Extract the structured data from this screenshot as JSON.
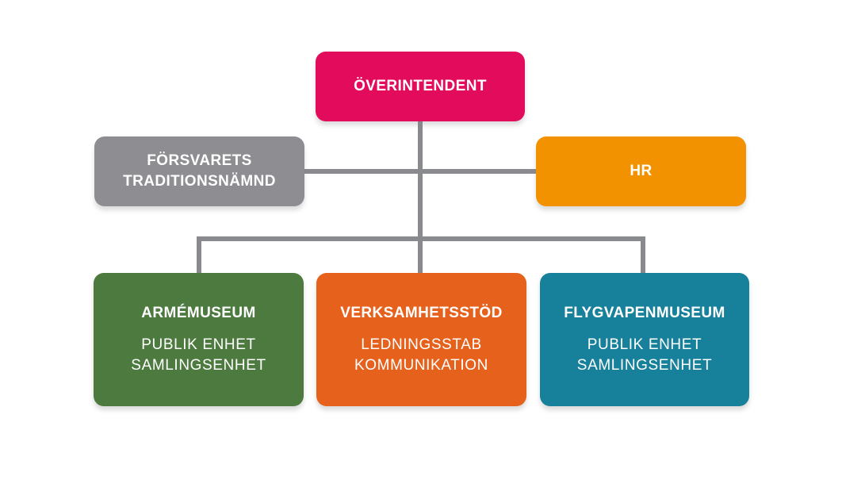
{
  "diagram": {
    "type": "organization-chart",
    "connector_color": "#898A8E",
    "background_color": "#FFFFFF",
    "text_color": "#FFFFFF",
    "nodes": {
      "overintendent": {
        "label": "ÖVERINTENDENT",
        "color": "#E30B5C",
        "level": 1
      },
      "forsvarets_traditionsnamnd": {
        "lines": [
          "FÖRSVARETS",
          "TRADITIONSNÄMND"
        ],
        "color": "#8D8D92",
        "level": 2
      },
      "hr": {
        "label": "HR",
        "color": "#F39200",
        "level": 2
      },
      "armemuseum": {
        "title": "ARMÉMUSEUM",
        "sub_lines": [
          "PUBLIK ENHET",
          "SAMLINGSENHET"
        ],
        "color": "#4D7A3F",
        "level": 3
      },
      "verksamhetsstod": {
        "title": "VERKSAMHETSSTÖD",
        "sub_lines": [
          "LEDNINGSSTAB",
          "KOMMUNIKATION"
        ],
        "color": "#E6611C",
        "level": 3
      },
      "flygvapenmuseum": {
        "title": "FLYGVAPENMUSEUM",
        "sub_lines": [
          "PUBLIK ENHET",
          "SAMLINGSENHET"
        ],
        "color": "#17809B",
        "level": 3
      }
    }
  }
}
